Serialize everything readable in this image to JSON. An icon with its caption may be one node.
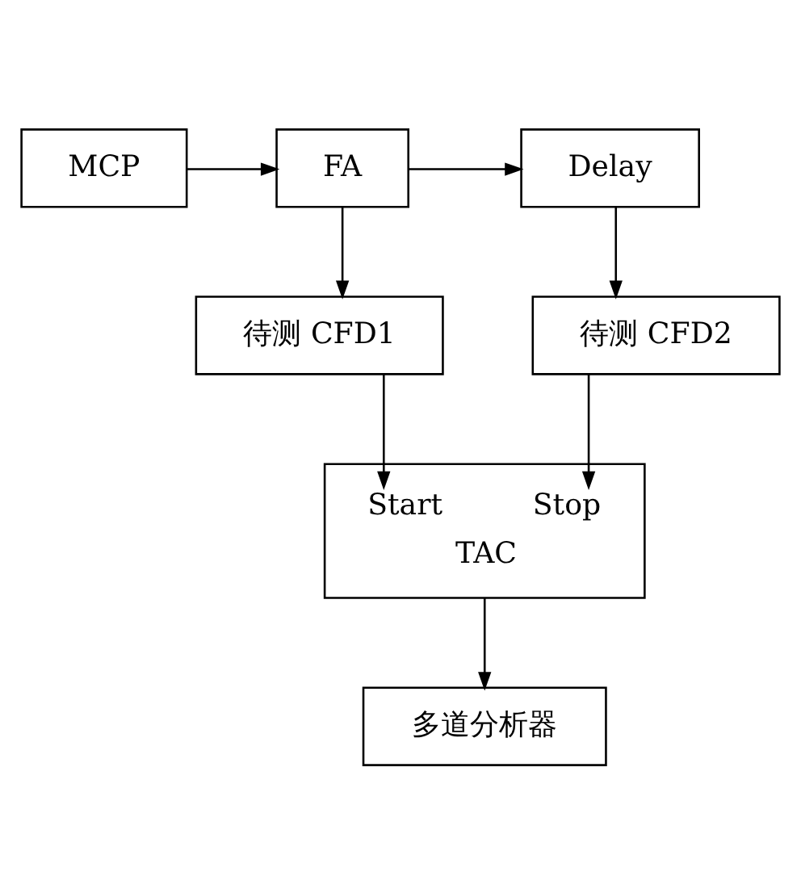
{
  "diagram": {
    "nodes": [
      {
        "text": [
          "MCP"
        ]
      },
      {
        "text": [
          "FA"
        ]
      },
      {
        "text": [
          "Delay"
        ]
      },
      {
        "text": [
          "待测 CFD1"
        ]
      },
      {
        "text": [
          "待测 CFD2"
        ]
      },
      {
        "text": [
          "Start",
          "Stop",
          "TAC"
        ]
      },
      {
        "text": [
          "多道分析器"
        ]
      }
    ],
    "edges": [
      {
        "from": 0,
        "to": 1,
        "arrow": "to"
      },
      {
        "from": 1,
        "to": 2,
        "arrow": "to"
      },
      {
        "from": 1,
        "to": 3,
        "arrow": "to"
      },
      {
        "from": 2,
        "to": 4,
        "arrow": "to"
      },
      {
        "from": 3,
        "to": 5,
        "arrow": "to"
      },
      {
        "from": 4,
        "to": 5,
        "arrow": "to"
      },
      {
        "from": 5,
        "to": 6,
        "arrow": "to"
      }
    ]
  }
}
